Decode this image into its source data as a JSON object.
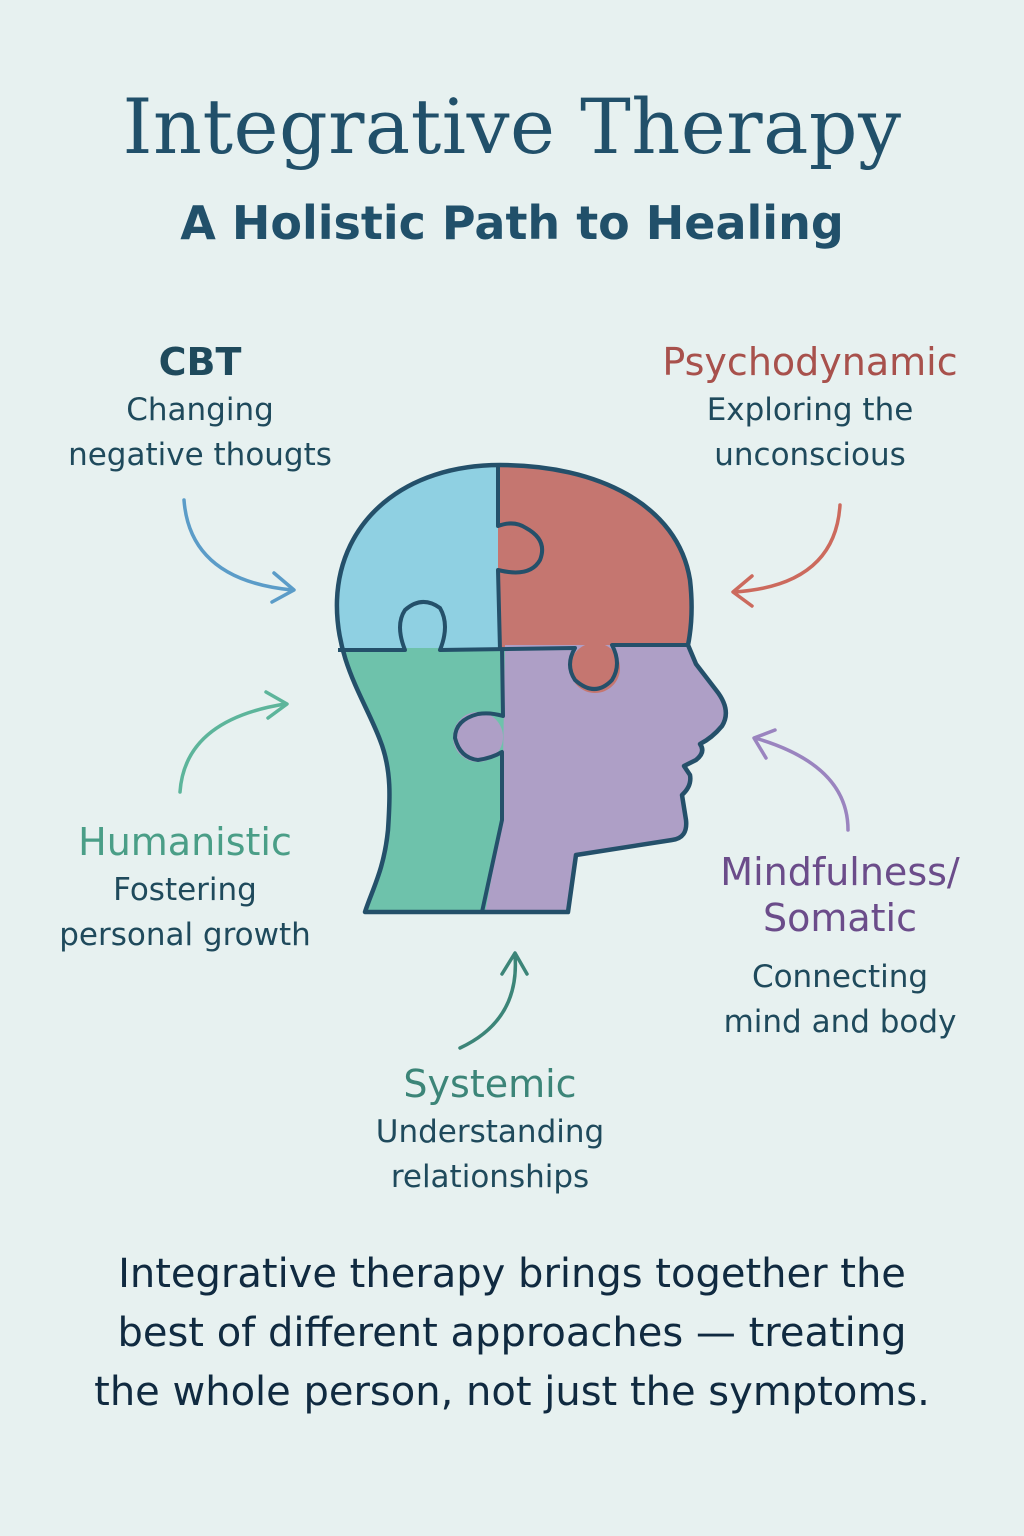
{
  "header": {
    "title": "Integrative Therapy",
    "subtitle": "A Holistic Path to Healing"
  },
  "approaches": [
    {
      "name": "CBT",
      "desc": [
        "Changing",
        "negative thougts"
      ],
      "color": "#1f4a5c",
      "piece_color": "#8fd0e2",
      "arrow_color": "#5b9cc8"
    },
    {
      "name": "Psychodynamic",
      "desc": [
        "Exploring the",
        "unconscious"
      ],
      "color": "#a8514c",
      "piece_color": "#c57670",
      "arrow_color": "#cc6a5d"
    },
    {
      "name": "Humanistic",
      "desc": [
        "Fostering",
        "personal growth"
      ],
      "color": "#4a9e87",
      "piece_color": "#6ec2ab",
      "arrow_color": "#5db59b"
    },
    {
      "name": "Mindfulness/",
      "name2": "Somatic",
      "desc": [
        "Connecting",
        "mind and body"
      ],
      "color": "#6b4c8a",
      "piece_color": "#ae9fc6",
      "arrow_color": "#9a84bf"
    },
    {
      "name": "Systemic",
      "desc": [
        "Understanding",
        "relationships"
      ],
      "color": "#3c8578",
      "arrow_color": "#3c8578"
    }
  ],
  "footer": {
    "lines": [
      "Integrative therapy brings together the",
      "best of different approaches — treating",
      "the whole person, not just the symptoms."
    ]
  },
  "colors": {
    "background": "#e7f1f0",
    "title": "#21506a",
    "outline": "#24506a"
  }
}
